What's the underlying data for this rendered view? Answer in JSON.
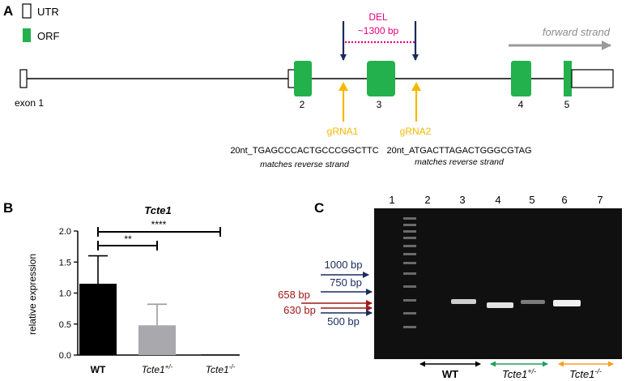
{
  "panel_a": {
    "label": "A",
    "legend": {
      "utr": "UTR",
      "orf": "ORF"
    },
    "del_label": "DEL",
    "del_size": "~1300 bp",
    "strand": "forward strand",
    "exons": [
      "exon 1",
      "2",
      "3",
      "4",
      "5"
    ],
    "grna1": {
      "label": "gRNA1",
      "seq": "20nt_TGAGCCCACTGCCCGGCTTC",
      "note": "matches reverse strand"
    },
    "grna2": {
      "label": "gRNA2",
      "seq": "20nt_ATGACTTAGACTGGGCGTAG",
      "note": "matches reverse strand"
    },
    "colors": {
      "orf": "#22b14c",
      "grna": "#f5b800",
      "del": "#e6007e",
      "arrow": "#1a2a5e",
      "strand": "#9a9a9a"
    }
  },
  "panel_b": {
    "label": "B",
    "sig_1": "**",
    "sig_2": "****",
    "chart_data": {
      "type": "bar",
      "title": "Tcte1",
      "ylabel": "relative expression",
      "ylim": [
        0,
        2.0
      ],
      "yticks": [
        "0.0",
        "0.5",
        "1.0",
        "1.5",
        "2.0"
      ],
      "categories": [
        "WT",
        "Tcte1+/-",
        "Tcte1-/-"
      ],
      "values": [
        1.15,
        0.48,
        0.01
      ],
      "error_upper": [
        1.6,
        0.82,
        0.01
      ],
      "colors": [
        "#000000",
        "#a8a8ad",
        "#000000"
      ]
    }
  },
  "panel_c": {
    "label": "C",
    "lanes": [
      "1",
      "2",
      "3",
      "4",
      "5",
      "6",
      "7"
    ],
    "markers": {
      "m1000": "1000 bp",
      "m750": "750 bp",
      "m658": "658 bp",
      "m630": "630 bp",
      "m500": "500 bp"
    },
    "groups": {
      "wt": "WT",
      "het": "Tcte1",
      "het_sup": "+/-",
      "ko": "Tcte1",
      "ko_sup": "-/-"
    },
    "colors": {
      "wt": "#000000",
      "het": "#1fa05a",
      "ko": "#f5a020",
      "marker_red": "#a01818",
      "marker_navy": "#1a2a5e"
    }
  }
}
